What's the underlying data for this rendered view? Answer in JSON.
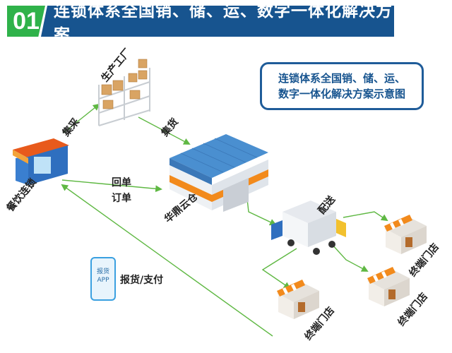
{
  "header": {
    "number": "01",
    "title": "连锁体系全国销、储、运、数字一体化解决方案"
  },
  "callout": {
    "line1": "连锁体系全国销、储、运、",
    "line2": "数字一体化解决方案示意图"
  },
  "nodes": {
    "factory": "生产工厂",
    "restaurant": "餐饮连锁",
    "warehouse": "华鼎云仓",
    "store_top_right": "终端门店",
    "store_mid_right": "终端门店",
    "store_bottom_left": "终端门店"
  },
  "edges": {
    "purchase": "集采",
    "consolidate": "集货",
    "return_slip": "回单",
    "order": "订单",
    "delivery": "配送",
    "report_pay": "报货/支付"
  },
  "phone": {
    "line1": "报货",
    "line2": "APP"
  },
  "colors": {
    "header_green": "#2fb24a",
    "header_blue": "#17548f",
    "flow_green": "#5fb843",
    "roof_blue": "#4a8fd0",
    "band_orange": "#f28a1c"
  }
}
